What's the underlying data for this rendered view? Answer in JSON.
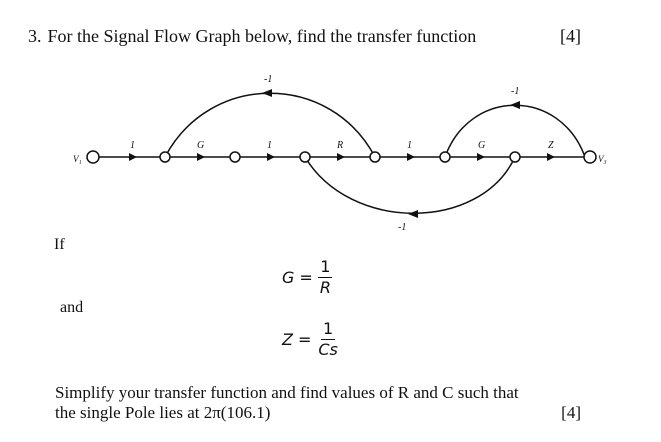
{
  "question": {
    "number": "3.",
    "text": "For the Signal Flow Graph below, find the transfer function",
    "marks": "[4]"
  },
  "signal_flow_graph": {
    "input_label": "V₁",
    "output_label": "V₃",
    "branches": [
      "1",
      "G",
      "1",
      "R",
      "1",
      "G",
      "Z"
    ],
    "feedback_left": "-1",
    "feedback_right": "-1",
    "feedback_bottom": "-1"
  },
  "conditions": {
    "if_label": "If",
    "and_label": "and",
    "g_equation": {
      "variable": "G",
      "sign": "=",
      "numerator": "1",
      "denominator": "R"
    },
    "z_equation": {
      "variable": "Z",
      "sign": "=",
      "numerator": "1",
      "denominator": "Cs"
    }
  },
  "instruction": {
    "line1": "Simplify your transfer function and find values of R and C such that",
    "line2": "the single Pole lies at 2π(106.1)",
    "marks": "[4]"
  }
}
